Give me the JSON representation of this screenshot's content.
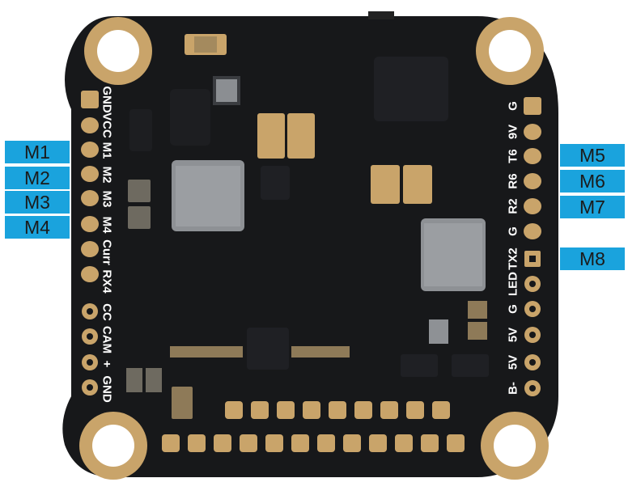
{
  "left_pins": [
    "GND",
    "VCC",
    "M1",
    "M2",
    "M3",
    "M4",
    "Curr",
    "RX4",
    "CC",
    "CAM",
    "+",
    "GND"
  ],
  "right_pins": [
    "G",
    "9V",
    "T6",
    "R6",
    "R2",
    "G",
    "TX2",
    "LED",
    "G",
    "5V",
    "5V",
    "B-"
  ],
  "motor_tags_left": [
    "M1",
    "M2",
    "M3",
    "M4"
  ],
  "motor_tags_right": [
    "M5",
    "M6",
    "M7",
    "M8"
  ],
  "colors": {
    "board": "#17181a",
    "pad_gold": "#c9a46a",
    "tag_blue": "#1aa3dd",
    "silkscreen": "#ffffff"
  }
}
